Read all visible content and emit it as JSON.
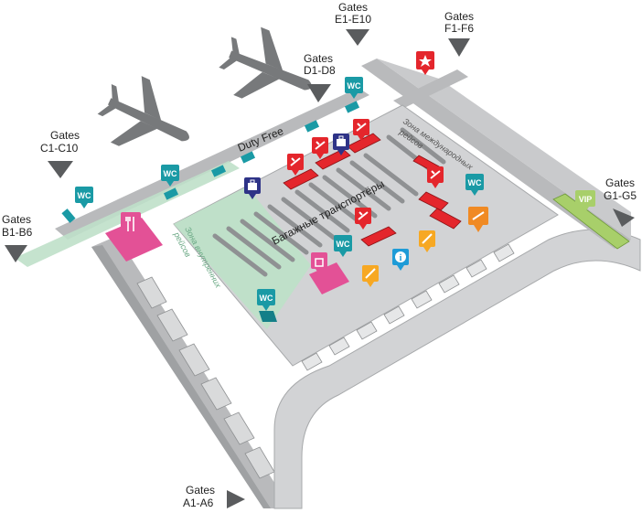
{
  "gates": [
    {
      "line1": "Gates",
      "line2": "E1-E10"
    },
    {
      "line1": "Gates",
      "line2": "F1-F6"
    },
    {
      "line1": "Gates",
      "line2": "D1-D8"
    },
    {
      "line1": "Gates",
      "line2": "C1-C10"
    },
    {
      "line1": "Gates",
      "line2": "B1-B6"
    },
    {
      "line1": "Gates",
      "line2": "G1-G5"
    },
    {
      "line1": "Gates",
      "line2": "A1-A6"
    }
  ],
  "labels": {
    "duty_free": "Duty Free",
    "baggage": "Багажные транспортёры",
    "intl_zone_1": "Зона международных",
    "intl_zone_2": "рейсов",
    "dom_zone_1": "Зона внутренних",
    "dom_zone_2": "рейсов"
  },
  "pins": {
    "wc": "WC",
    "vip": "VIP",
    "info": "i"
  },
  "colors": {
    "building": "#b9babc",
    "building_dark": "#8f9193",
    "floor": "#d2d3d5",
    "domestic_zone": "#bfe0c9",
    "wc_teal": "#1a9aa5",
    "red": "#e4262c",
    "navy": "#2e3387",
    "pink": "#e35196",
    "orange": "#f7a823",
    "orange_dark": "#f08a24",
    "blue_info": "#1e9bd7",
    "vip_green": "#a8cf6a",
    "plane": "#77797b"
  },
  "icons": [
    "wc-icon",
    "restaurant-icon",
    "red-customs-icon",
    "luggage-icon",
    "info-icon",
    "shop-icon",
    "vip-icon",
    "star-icon",
    "airplane-icon",
    "arrow-icon"
  ]
}
